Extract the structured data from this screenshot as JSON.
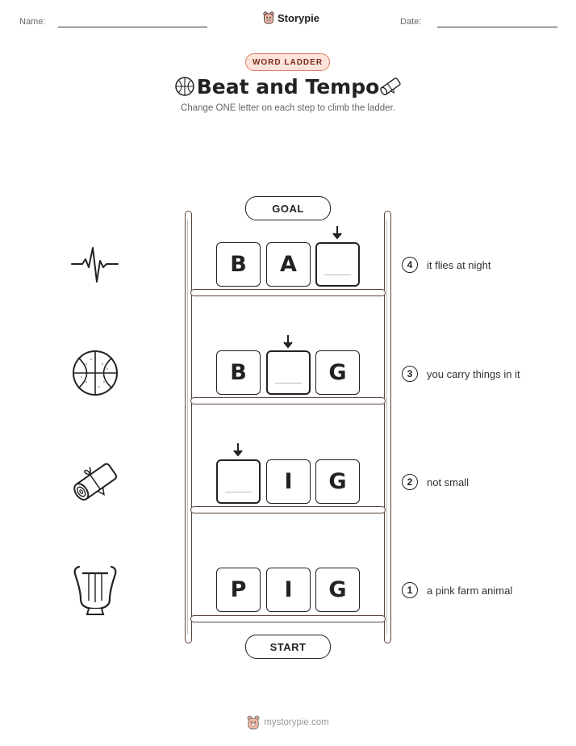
{
  "header": {
    "name_label": "Name:",
    "date_label": "Date:",
    "brand": "Storypie"
  },
  "worksheet": {
    "badge": "WORD LADDER",
    "title": "Beat and Tempo",
    "subtitle": "Change ONE letter on each step to climb the ladder.",
    "goal_label": "GOAL",
    "start_label": "START"
  },
  "steps": [
    {
      "number": "4",
      "clue": "it flies at night",
      "letters": [
        "B",
        "A",
        ""
      ],
      "blank_index": 2,
      "icon": "heartbeat-icon"
    },
    {
      "number": "3",
      "clue": "you carry things in it",
      "letters": [
        "B",
        "",
        "G"
      ],
      "blank_index": 1,
      "icon": "basketball-icon"
    },
    {
      "number": "2",
      "clue": "not small",
      "letters": [
        "",
        "I",
        "G"
      ],
      "blank_index": 0,
      "icon": "scroll-icon"
    },
    {
      "number": "1",
      "clue": "a pink farm animal",
      "letters": [
        "P",
        "I",
        "G"
      ],
      "blank_index": null,
      "icon": "lyre-icon"
    }
  ],
  "footer": {
    "site": "mystorypie.com"
  },
  "colors": {
    "badge_bg": "#fde3da",
    "badge_border": "#e07c66",
    "rail": "#5a4538"
  }
}
